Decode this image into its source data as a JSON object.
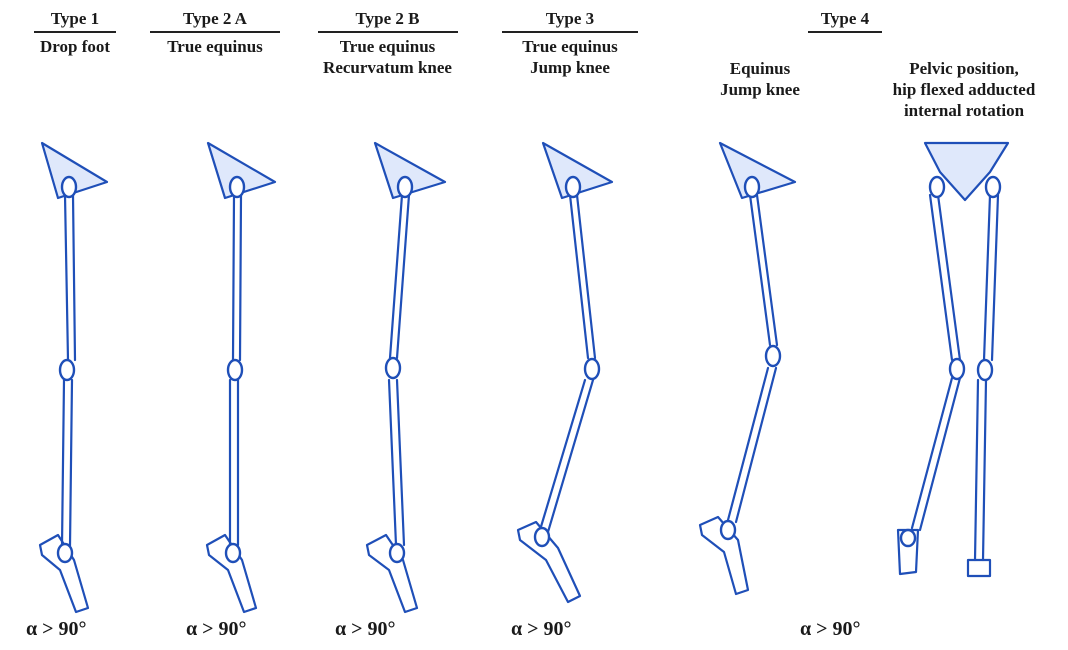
{
  "types": [
    {
      "title": "Type 1",
      "lines": [
        "Drop foot"
      ],
      "alpha": "α > 90°"
    },
    {
      "title": "Type 2 A",
      "lines": [
        "True equinus"
      ],
      "alpha": "α > 90°"
    },
    {
      "title": "Type 2 B",
      "lines": [
        "True equinus",
        "Recurvatum knee"
      ],
      "alpha": "α > 90°"
    },
    {
      "title": "Type 3",
      "lines": [
        "True equinus",
        "Jump knee"
      ],
      "alpha": "α > 90°"
    },
    {
      "title": "Type 4",
      "left_lines": [
        "Equinus",
        "Jump knee"
      ],
      "right_lines": [
        "Pelvic position,",
        "hip flexed adducted",
        "internal rotation"
      ],
      "alpha": "α > 90°"
    }
  ],
  "colors": {
    "line": "#1f4fb8",
    "text": "#1a1a1a"
  }
}
